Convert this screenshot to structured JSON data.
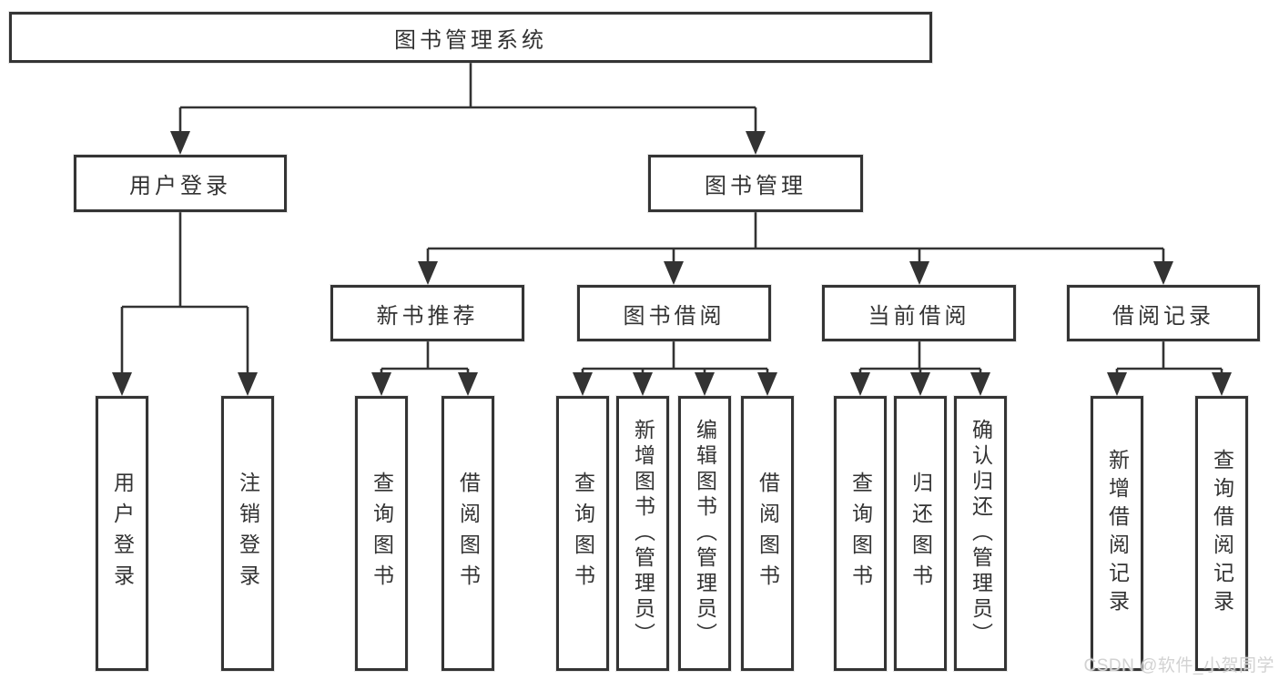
{
  "watermark": "CSDN @软件_小贺同学",
  "colors": {
    "line": "#333333",
    "box_border": "#343434",
    "box_fill": "#ffffff",
    "text": "#333333",
    "background": "#ffffff",
    "watermark": "#d2d2d2"
  },
  "tree": {
    "root": {
      "label": "图书管理系统"
    },
    "level2": [
      {
        "label": "用户登录"
      },
      {
        "label": "图书管理"
      }
    ],
    "level3": [
      {
        "label": "新书推荐",
        "parent": "图书管理"
      },
      {
        "label": "图书借阅",
        "parent": "图书管理"
      },
      {
        "label": "当前借阅",
        "parent": "图书管理"
      },
      {
        "label": "借阅记录",
        "parent": "图书管理"
      }
    ],
    "leaves": [
      {
        "label": "用户登录",
        "parent": "用户登录"
      },
      {
        "label": "注销登录",
        "parent": "用户登录"
      },
      {
        "label": "查询图书",
        "parent": "新书推荐"
      },
      {
        "label": "借阅图书",
        "parent": "新书推荐"
      },
      {
        "label": "查询图书",
        "parent": "图书借阅"
      },
      {
        "label": "新增图书（管理员）",
        "parent": "图书借阅"
      },
      {
        "label": "编辑图书（管理员）",
        "parent": "图书借阅"
      },
      {
        "label": "借阅图书",
        "parent": "图书借阅"
      },
      {
        "label": "查询图书",
        "parent": "当前借阅"
      },
      {
        "label": "归还图书",
        "parent": "当前借阅"
      },
      {
        "label": "确认归还（管理员）",
        "parent": "当前借阅"
      },
      {
        "label": "新增借阅记录",
        "parent": "借阅记录"
      },
      {
        "label": "查询借阅记录",
        "parent": "借阅记录"
      }
    ]
  }
}
